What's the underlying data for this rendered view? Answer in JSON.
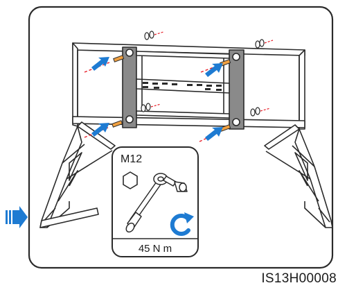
{
  "diagram": {
    "bolt_size_label": "M12",
    "torque_label": "45 N m",
    "figure_code": "IS13H00008",
    "icons": {
      "entry_arrow": "entry-arrow-icon",
      "direction_arrow": "push-arrow-icon",
      "wrench": "socket-wrench-icon",
      "hex_nut": "hex-nut-icon",
      "rotation": "clockwise-rotate-icon"
    },
    "colors": {
      "accent_blue": "#1e7bd2",
      "screw_red": "#e8202a",
      "screw_tip": "#f0a040",
      "line": "#2a2a2a",
      "bracket_fill": "#8a8a8a"
    }
  }
}
